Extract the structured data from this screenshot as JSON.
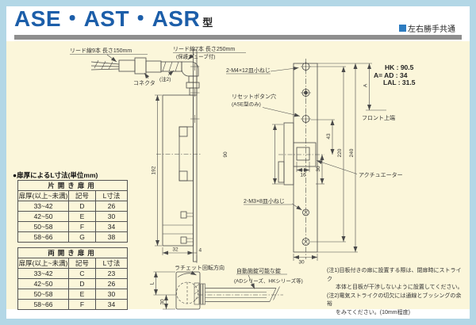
{
  "header": {
    "title": "ASE・AST・ASR",
    "title_suffix": "型",
    "handing_note": "左右勝手共通"
  },
  "dim_table": {
    "section_title": "●扉厚によるL寸法(単位mm)",
    "col_headers": [
      "扉厚(以上~未満)",
      "記号",
      "L寸法"
    ],
    "single": {
      "title": "片開き扉用",
      "rows": [
        [
          "33~42",
          "D",
          "26"
        ],
        [
          "42~50",
          "E",
          "30"
        ],
        [
          "50~58",
          "F",
          "34"
        ],
        [
          "58~66",
          "G",
          "38"
        ]
      ]
    },
    "double": {
      "title": "両開き扉用",
      "rows": [
        [
          "33~42",
          "C",
          "23"
        ],
        [
          "42~50",
          "D",
          "26"
        ],
        [
          "50~58",
          "E",
          "30"
        ],
        [
          "58~66",
          "F",
          "34"
        ]
      ]
    }
  },
  "drawing_labels": {
    "lead_wire_9": "リード線9本 長さ150mm",
    "lead_wire_7": "リード線7本 長さ250mm",
    "protect_tube": "(保護チューブ付)",
    "connector": "コネクタ",
    "note2_ref": "(注2)",
    "screws_m4": "2-M4×12皿小ねじ",
    "reset_button_hole": "リセットボタン穴",
    "reset_button_hole_sub": "(ASE型のみ)",
    "screws_m3": "2-M3×8皿小ねじ",
    "actuator": "アクチュエーター",
    "ratchet_direction": "ラチェット回転方向",
    "auto_locking": "自動施錠可能な錠",
    "auto_locking_sub": "(ADシリーズ、HKシリーズ等)",
    "front_top_edge": "フロント上端"
  },
  "dimensions": {
    "body_height": "192",
    "body_depth": "32",
    "plate_thickness": "4",
    "cutout_height": "90",
    "inner_width": "16",
    "d43": "43",
    "d30_strike": "30",
    "hole_pitch": "220",
    "plate_height": "240",
    "plate_width": "30",
    "dim_a": "A",
    "dim_l": "L",
    "ratchet_30": "30"
  },
  "a_values": {
    "hk": "HK : 90.5",
    "ad": "A= AD : 34",
    "lal": "LAL : 31.5"
  },
  "notes": {
    "line1": "(注1)目板付きの扉に設置する際は、閉扉時にストライク",
    "line2": "本体と目板が干渉しないように設置してください。",
    "line3": "(注2)電気ストライクの切欠には通線とブッシングの余裕",
    "line4": "をみてください。(10mm程度)"
  },
  "colors": {
    "page_bg": "#b3d7e6",
    "content_bg": "#fbf6da",
    "title_blue": "#1c5ea9",
    "accent_square": "#2e7cc0",
    "line": "#4a4a4a"
  }
}
